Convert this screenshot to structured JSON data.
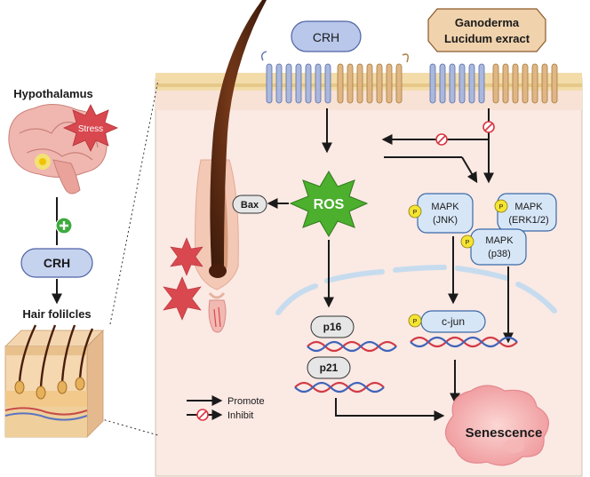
{
  "left_panel": {
    "hypothalamus_label": "Hypothalamus",
    "stress_label": "Stress",
    "crh_label": "CRH",
    "hair_follicles_label": "Hair folilcles"
  },
  "receptors": {
    "crh_label": "CRH",
    "ganoderma_line1": "Ganoderma",
    "ganoderma_line2": "Lucidum exract"
  },
  "nodes": {
    "ros": "ROS",
    "bax": "Bax",
    "mapk_jnk_line1": "MAPK",
    "mapk_jnk_line2": "(JNK)",
    "mapk_erk_line1": "MAPK",
    "mapk_erk_line2": "(ERK1/2)",
    "mapk_p38_line1": "MAPK",
    "mapk_p38_line2": "(p38)",
    "phospho": "P",
    "p16": "p16",
    "p21": "p21",
    "cjun": "c-jun",
    "senescence": "Senescence"
  },
  "legend": {
    "promote": "Promote",
    "inhibit": "Inhibit"
  },
  "colors": {
    "panel_bg": "#fbe9e4",
    "ros_green": "#4caf2e",
    "stress_red": "#d9484f",
    "node_blue": "#d7e6f7",
    "phospho_yellow": "#f5e431",
    "dna_red": "#d23a45",
    "dna_blue": "#3f63b8",
    "receptor_blue": "#a9b8dc",
    "receptor_tan": "#e0b784",
    "inhibit_red": "#d9353f",
    "senescence_pink": "#f2b4b4"
  }
}
